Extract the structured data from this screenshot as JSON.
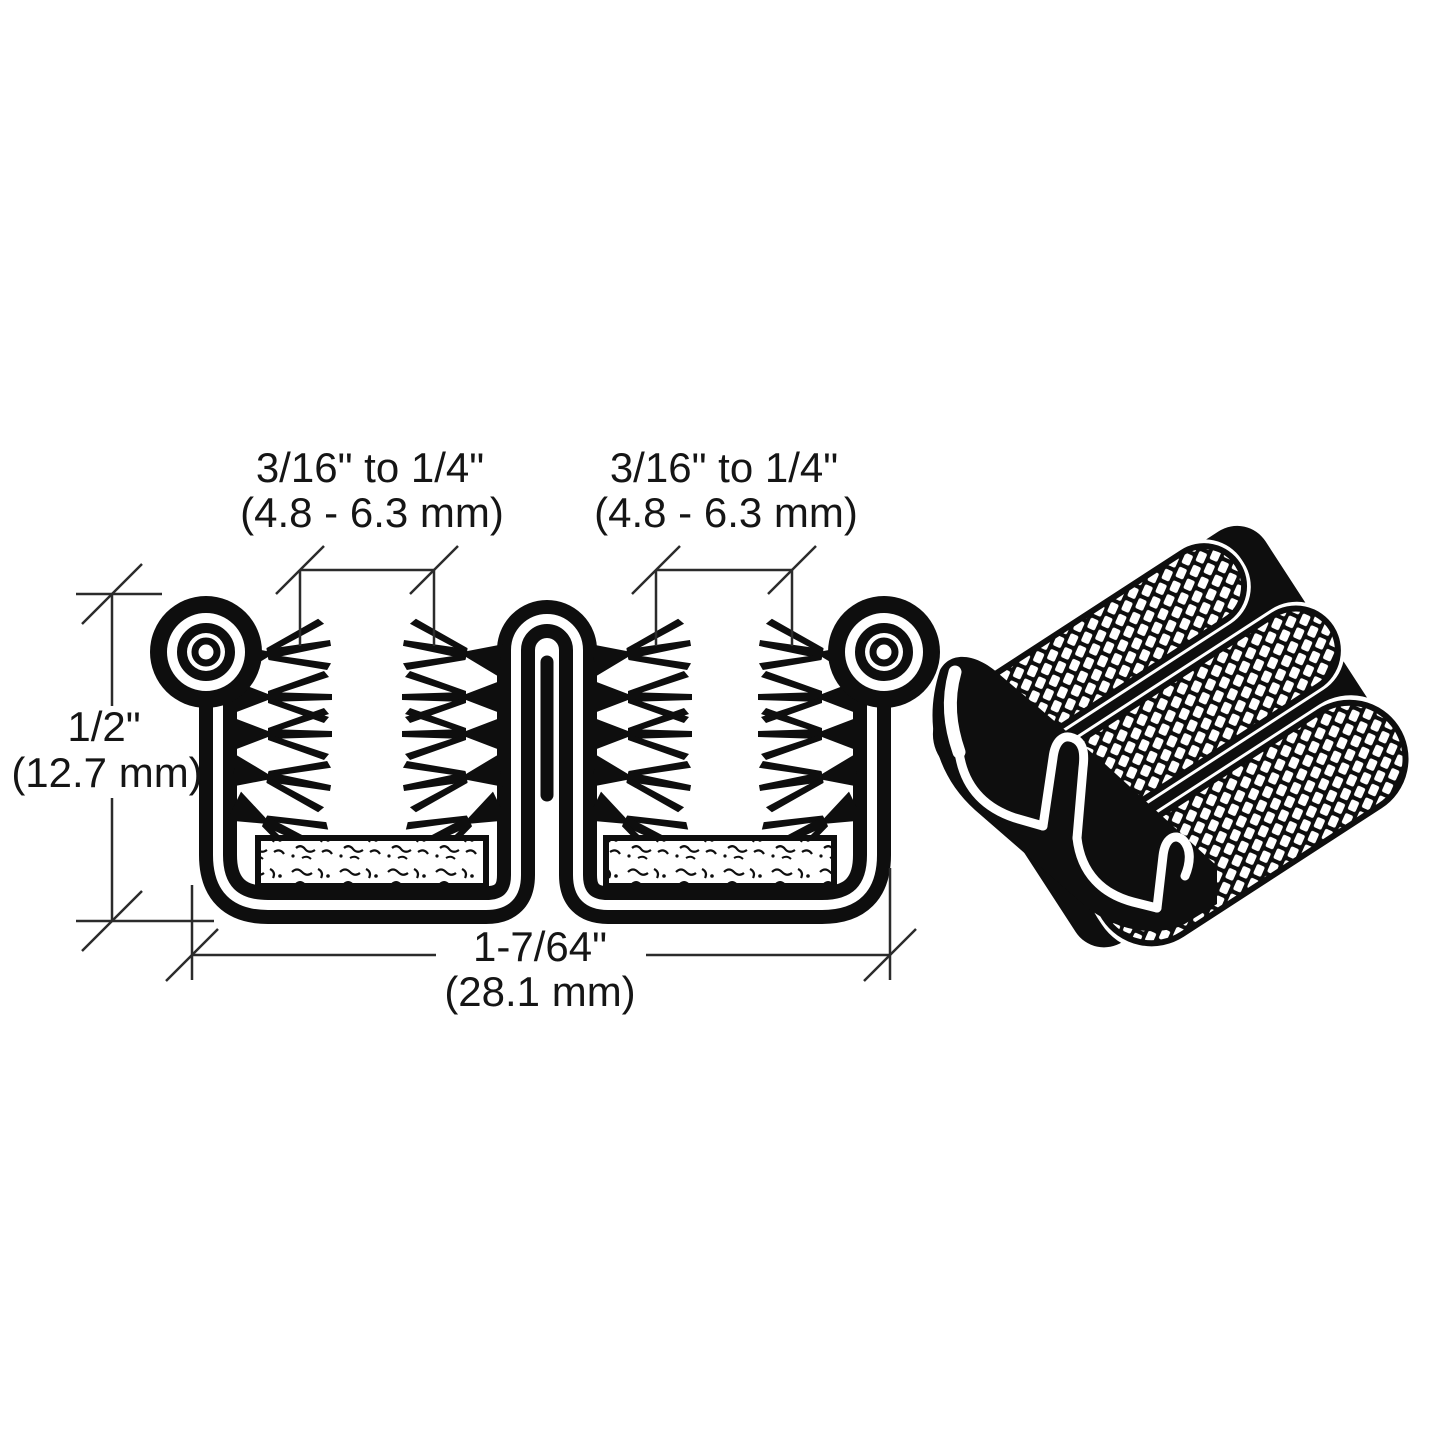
{
  "drawing": {
    "background": "#ffffff",
    "ink": "#0e0e0e",
    "dim_line_color": "#2b2b2b",
    "subject": "dual glass run window channel cross-section with flocked pile and 3D view"
  },
  "dimensions": {
    "gap_left": {
      "line1": "3/16\" to 1/4\"",
      "line2": "(4.8 - 6.3 mm)"
    },
    "gap_right": {
      "line1": "3/16\" to 1/4\"",
      "line2": "(4.8 - 6.3 mm)"
    },
    "height": {
      "line1": "1/2\"",
      "line2": "(12.7 mm)"
    },
    "width": {
      "line1": "1-7/64\"",
      "line2": "(28.1 mm)"
    }
  }
}
